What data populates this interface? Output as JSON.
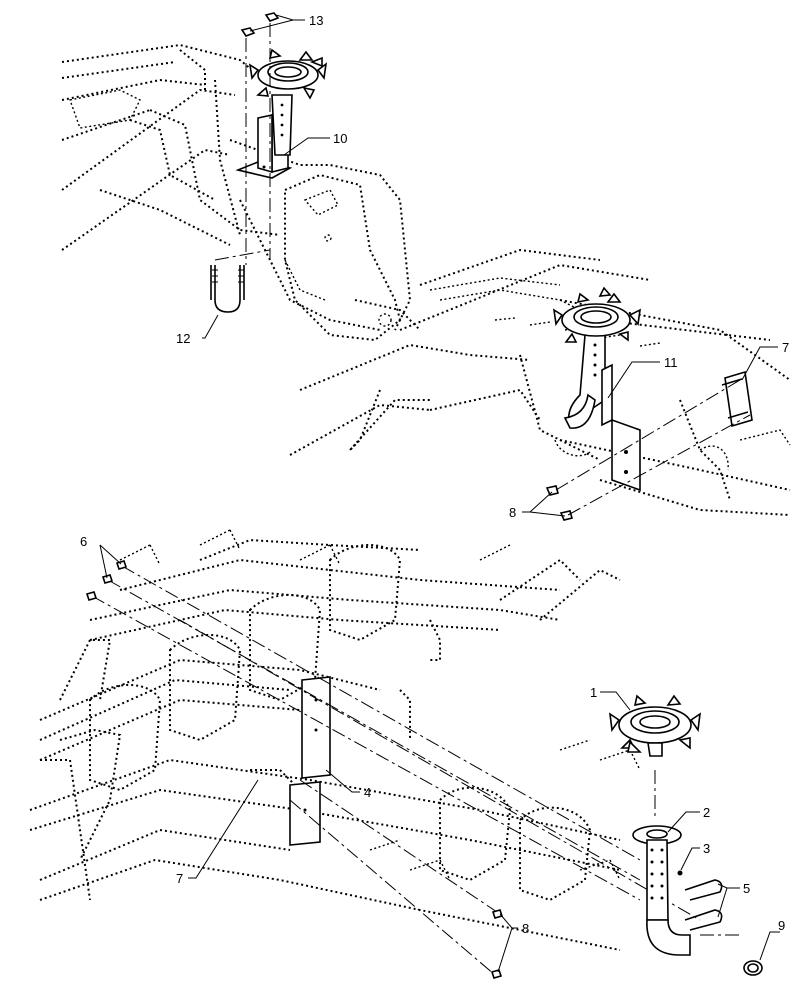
{
  "diagram": {
    "callouts": [
      {
        "id": "c13",
        "text": "13"
      },
      {
        "id": "c10",
        "text": "10"
      },
      {
        "id": "c12",
        "text": "12"
      },
      {
        "id": "c11",
        "text": "11"
      },
      {
        "id": "c7a",
        "text": "7"
      },
      {
        "id": "c8a",
        "text": "8"
      },
      {
        "id": "c6",
        "text": "6"
      },
      {
        "id": "c1",
        "text": "1"
      },
      {
        "id": "c2",
        "text": "2"
      },
      {
        "id": "c3",
        "text": "3"
      },
      {
        "id": "c4",
        "text": "4"
      },
      {
        "id": "c5",
        "text": "5"
      },
      {
        "id": "c7b",
        "text": "7"
      },
      {
        "id": "c8b",
        "text": "8"
      },
      {
        "id": "c9",
        "text": "9"
      }
    ]
  }
}
